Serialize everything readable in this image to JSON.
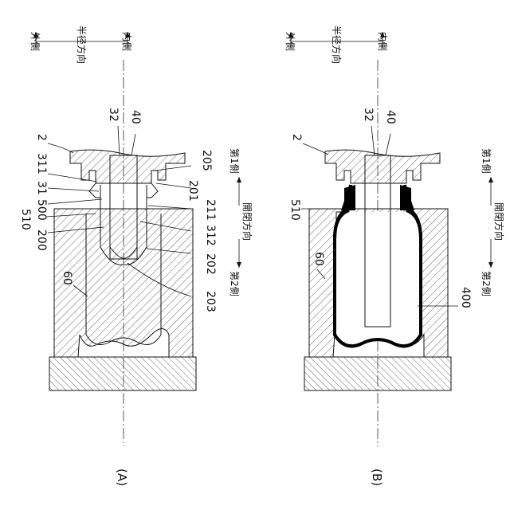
{
  "panels": {
    "a": {
      "caption": "(A)",
      "direction": {
        "top": "外側",
        "middle": "半径方向",
        "bottom": "内側"
      },
      "side_axis": {
        "top": "第1側",
        "middle": "開閉方向",
        "bottom": "第2側"
      },
      "labels": {
        "ref_2": "2",
        "ref_311": "311",
        "ref_31": "31",
        "ref_500": "500",
        "ref_510": "510",
        "ref_200": "200",
        "ref_60": "60",
        "ref_32": "32",
        "ref_40": "40",
        "ref_205": "205",
        "ref_201": "201",
        "ref_211": "211",
        "ref_312": "312",
        "ref_202": "202",
        "ref_203": "203"
      }
    },
    "b": {
      "caption": "(B)",
      "direction": {
        "top": "外側",
        "middle": "半径方向",
        "bottom": "内側"
      },
      "side_axis": {
        "top": "第1側",
        "middle": "開閉方向",
        "bottom": "第2側"
      },
      "labels": {
        "ref_2": "2",
        "ref_510": "510",
        "ref_60": "60",
        "ref_32": "32",
        "ref_40": "40",
        "ref_400": "400"
      }
    }
  }
}
